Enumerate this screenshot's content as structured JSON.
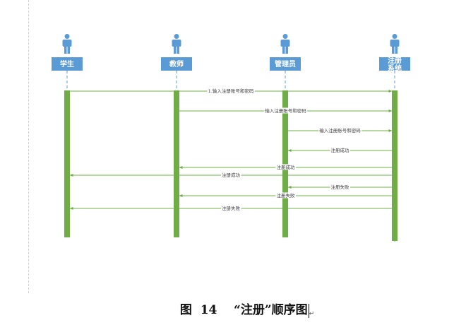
{
  "diagram": {
    "type": "sequence",
    "colors": {
      "actor_box": "#5b9bd5",
      "actor_figure": "#5b9bd5",
      "activation_bar": "#70ad47",
      "message_line": "#70ad47",
      "lifeline": "#5b9bd5"
    },
    "actors": [
      {
        "id": "student",
        "label": "学生"
      },
      {
        "id": "teacher",
        "label": "教师"
      },
      {
        "id": "admin",
        "label": "管理员"
      },
      {
        "id": "system",
        "label": "注册系统"
      }
    ],
    "messages": [
      {
        "from": "student",
        "to": "system",
        "label": "1.输入注册账号和密码"
      },
      {
        "from": "teacher",
        "to": "system",
        "label": "输入注册账号和密码"
      },
      {
        "from": "admin",
        "to": "system",
        "label": "输入注册账号和密码"
      },
      {
        "from": "system",
        "to": "admin",
        "label": "注册成功"
      },
      {
        "from": "system",
        "to": "teacher",
        "label": "注册成功"
      },
      {
        "from": "system",
        "to": "student",
        "label": "注册成功"
      },
      {
        "from": "system",
        "to": "admin",
        "label": "注册失败"
      },
      {
        "from": "system",
        "to": "teacher",
        "label": "注册失败"
      },
      {
        "from": "system",
        "to": "student",
        "label": "注册失败"
      }
    ]
  },
  "caption": {
    "figure_label": "图",
    "figure_number": "14",
    "title": "“注册”顺序图"
  }
}
